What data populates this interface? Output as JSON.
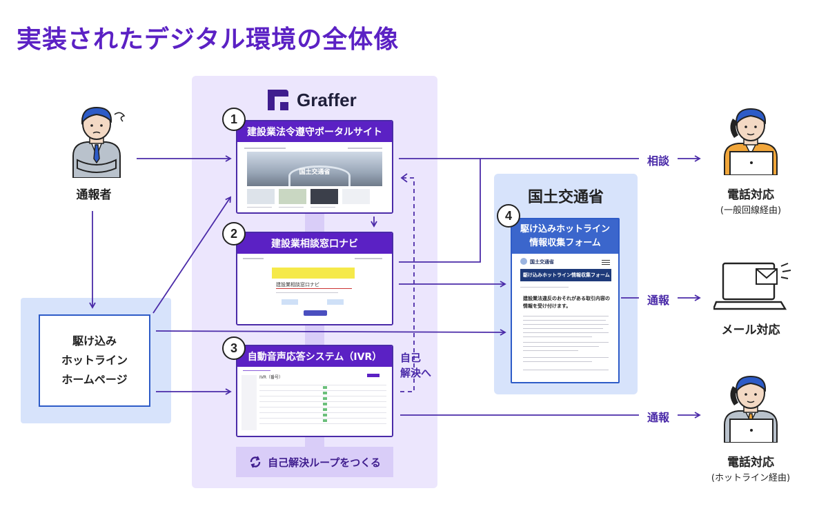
{
  "title": "実装されたデジタル環境の全体像",
  "graffer": {
    "name": "Graffer",
    "systems": [
      {
        "num": "1",
        "label": "建設業法令遵守ポータルサイト",
        "screen_title": "国土交通省"
      },
      {
        "num": "2",
        "label": "建設業相談窓口ナビ",
        "screen_title": "建設業相談窓口ナビ"
      },
      {
        "num": "3",
        "label": "自動音声応答システム（IVR）",
        "screen_title": "IVR（番号）"
      }
    ],
    "loop_label": "自己解決ループをつくる"
  },
  "self_resolve_label": [
    "自己",
    "解決へ"
  ],
  "reporter_label": "通報者",
  "homepage_lines": [
    "駆け込み",
    "ホットライン",
    "ホームページ"
  ],
  "mlit": {
    "name": "国土交通省",
    "num": "4",
    "form_title_lines": [
      "駆け込みホットライン",
      "情報収集フォーム"
    ],
    "form_header": "国土交通省",
    "form_banner": "駆け込みホットライン情報収集フォーム",
    "form_heading": "建設業法違反のおそれがある取引内容の情報を受け付けます。"
  },
  "channels": [
    {
      "flow": "相談",
      "label": "電話対応",
      "sub": "(一般回線経由)"
    },
    {
      "flow": "通報",
      "label": "メール対応",
      "sub": ""
    },
    {
      "flow": "通報",
      "label": "電話対応",
      "sub": "(ホットライン経由)"
    }
  ],
  "colors": {
    "accent": "#5b21c4",
    "mlit": "#3b66cc",
    "panel": "#ece6fd"
  }
}
